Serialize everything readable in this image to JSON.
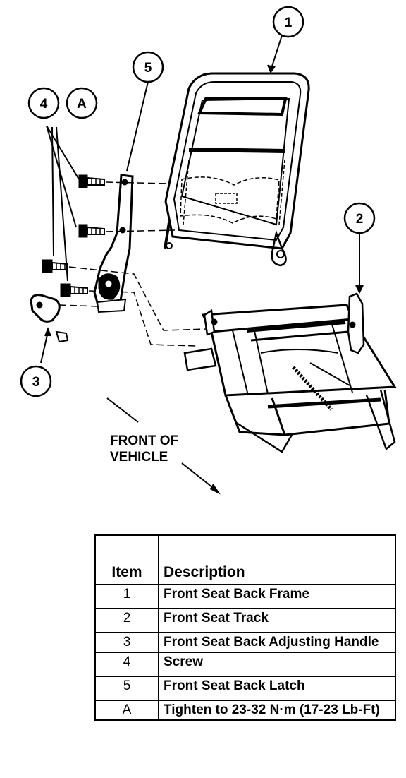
{
  "callouts": {
    "c1": "1",
    "c2": "2",
    "c3": "3",
    "c4": "4",
    "c5": "5",
    "cA": "A"
  },
  "front_label": {
    "line1": "FRONT OF",
    "line2": "VEHICLE"
  },
  "table": {
    "headers": {
      "item": "Item",
      "description": "Description"
    },
    "rows": [
      {
        "item": "1",
        "description": "Front Seat Back Frame"
      },
      {
        "item": "2",
        "description": "Front Seat Track"
      },
      {
        "item": "3",
        "description": "Front Seat Back Adjusting Handle"
      },
      {
        "item": "4",
        "description": "Screw"
      },
      {
        "item": "5",
        "description": "Front Seat Back Latch"
      },
      {
        "item": "A",
        "description": "Tighten to 23-32 N·m (17-23 Lb-Ft)"
      }
    ]
  }
}
